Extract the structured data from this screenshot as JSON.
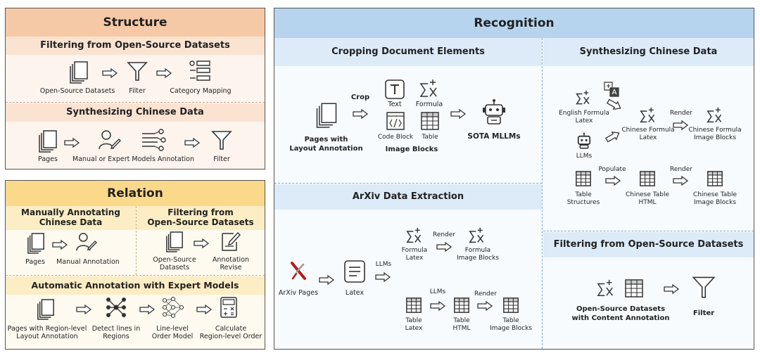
{
  "structure": {
    "title": "Structure",
    "filtering": {
      "title": "Filtering from Open-Source Datasets",
      "items": [
        "Open-Source Datasets",
        "Filter",
        "Category Mapping"
      ]
    },
    "synth": {
      "title": "Synthesizing Chinese Data",
      "items": [
        "Pages",
        "Manual or Expert Models Annotation",
        "Filter"
      ]
    }
  },
  "relation": {
    "title": "Relation",
    "manual": {
      "title_line1": "Manually Annotating",
      "title_line2": "Chinese Data",
      "items": [
        "Pages",
        "Manual Annotation"
      ]
    },
    "filtering": {
      "title_line1": "Filtering from",
      "title_line2": "Open-Source Datasets",
      "items": [
        "Open-Source",
        "Datasets",
        "Annotation",
        "Revise"
      ]
    },
    "auto": {
      "title": "Automatic Annotation with Expert Models",
      "items": [
        "Pages with Region-level",
        "Layout Annotation",
        "Detect lines in",
        "Regions",
        "Line-level",
        "Order Model",
        "Calculate",
        "Region-level Order"
      ]
    }
  },
  "recognition": {
    "title": "Recognition",
    "cropping": {
      "title": "Cropping Document Elements",
      "pages_line1": "Pages with",
      "pages_line2": "Layout Annotation",
      "crop": "Crop",
      "text": "Text",
      "formula": "Formula",
      "code_block": "Code Block",
      "table": "Table",
      "image_blocks": "Image Blocks",
      "sota": "SOTA MLLMs"
    },
    "arxiv": {
      "title": "ArXiv Data Extraction",
      "arxiv_pages": "ArXiv Pages",
      "latex": "Latex",
      "llms1": "LLMs",
      "formula_latex_1": "Formula",
      "formula_latex_2": "Latex",
      "render1": "Render",
      "formula_ib_1": "Formula",
      "formula_ib_2": "Image Blocks",
      "table_latex_1": "Table",
      "table_latex_2": "Latex",
      "llms2": "LLMs",
      "table_html_1": "Table",
      "table_html_2": "HTML",
      "render2": "Render",
      "table_ib_1": "Table",
      "table_ib_2": "Image Blocks"
    },
    "synth": {
      "title": "Synthesizing Chinese Data",
      "ef_1": "English Formula",
      "ef_2": "Latex",
      "llms": "LLMs",
      "cf_1": "Chinese Formula",
      "cf_2": "Latex",
      "render1": "Render",
      "cfib_1": "Chinese Formula",
      "cfib_2": "Image Blocks",
      "ts_1": "Table",
      "ts_2": "Structures",
      "populate": "Populate",
      "ct_1": "Chinese Table",
      "ct_2": "HTML",
      "render2": "Render",
      "ctib_1": "Chinese Table",
      "ctib_2": "Image Blocks"
    },
    "filtering": {
      "title": "Filtering from Open-Source Datasets",
      "osd_1": "Open-Source Datasets",
      "osd_2": "with Content Annotation",
      "filter": "Filter"
    }
  },
  "colors": {
    "structure_header": "#f6c9a6",
    "structure_sub": "#fbe3d2",
    "structure_body": "#fdf4ee",
    "relation_header": "#fbd98a",
    "relation_sub": "#fdedc4",
    "relation_body": "#fefaf0",
    "recognition_header": "#b6d4ee",
    "recognition_sub": "#dcebf7",
    "recognition_body": "#f7fbfe"
  }
}
